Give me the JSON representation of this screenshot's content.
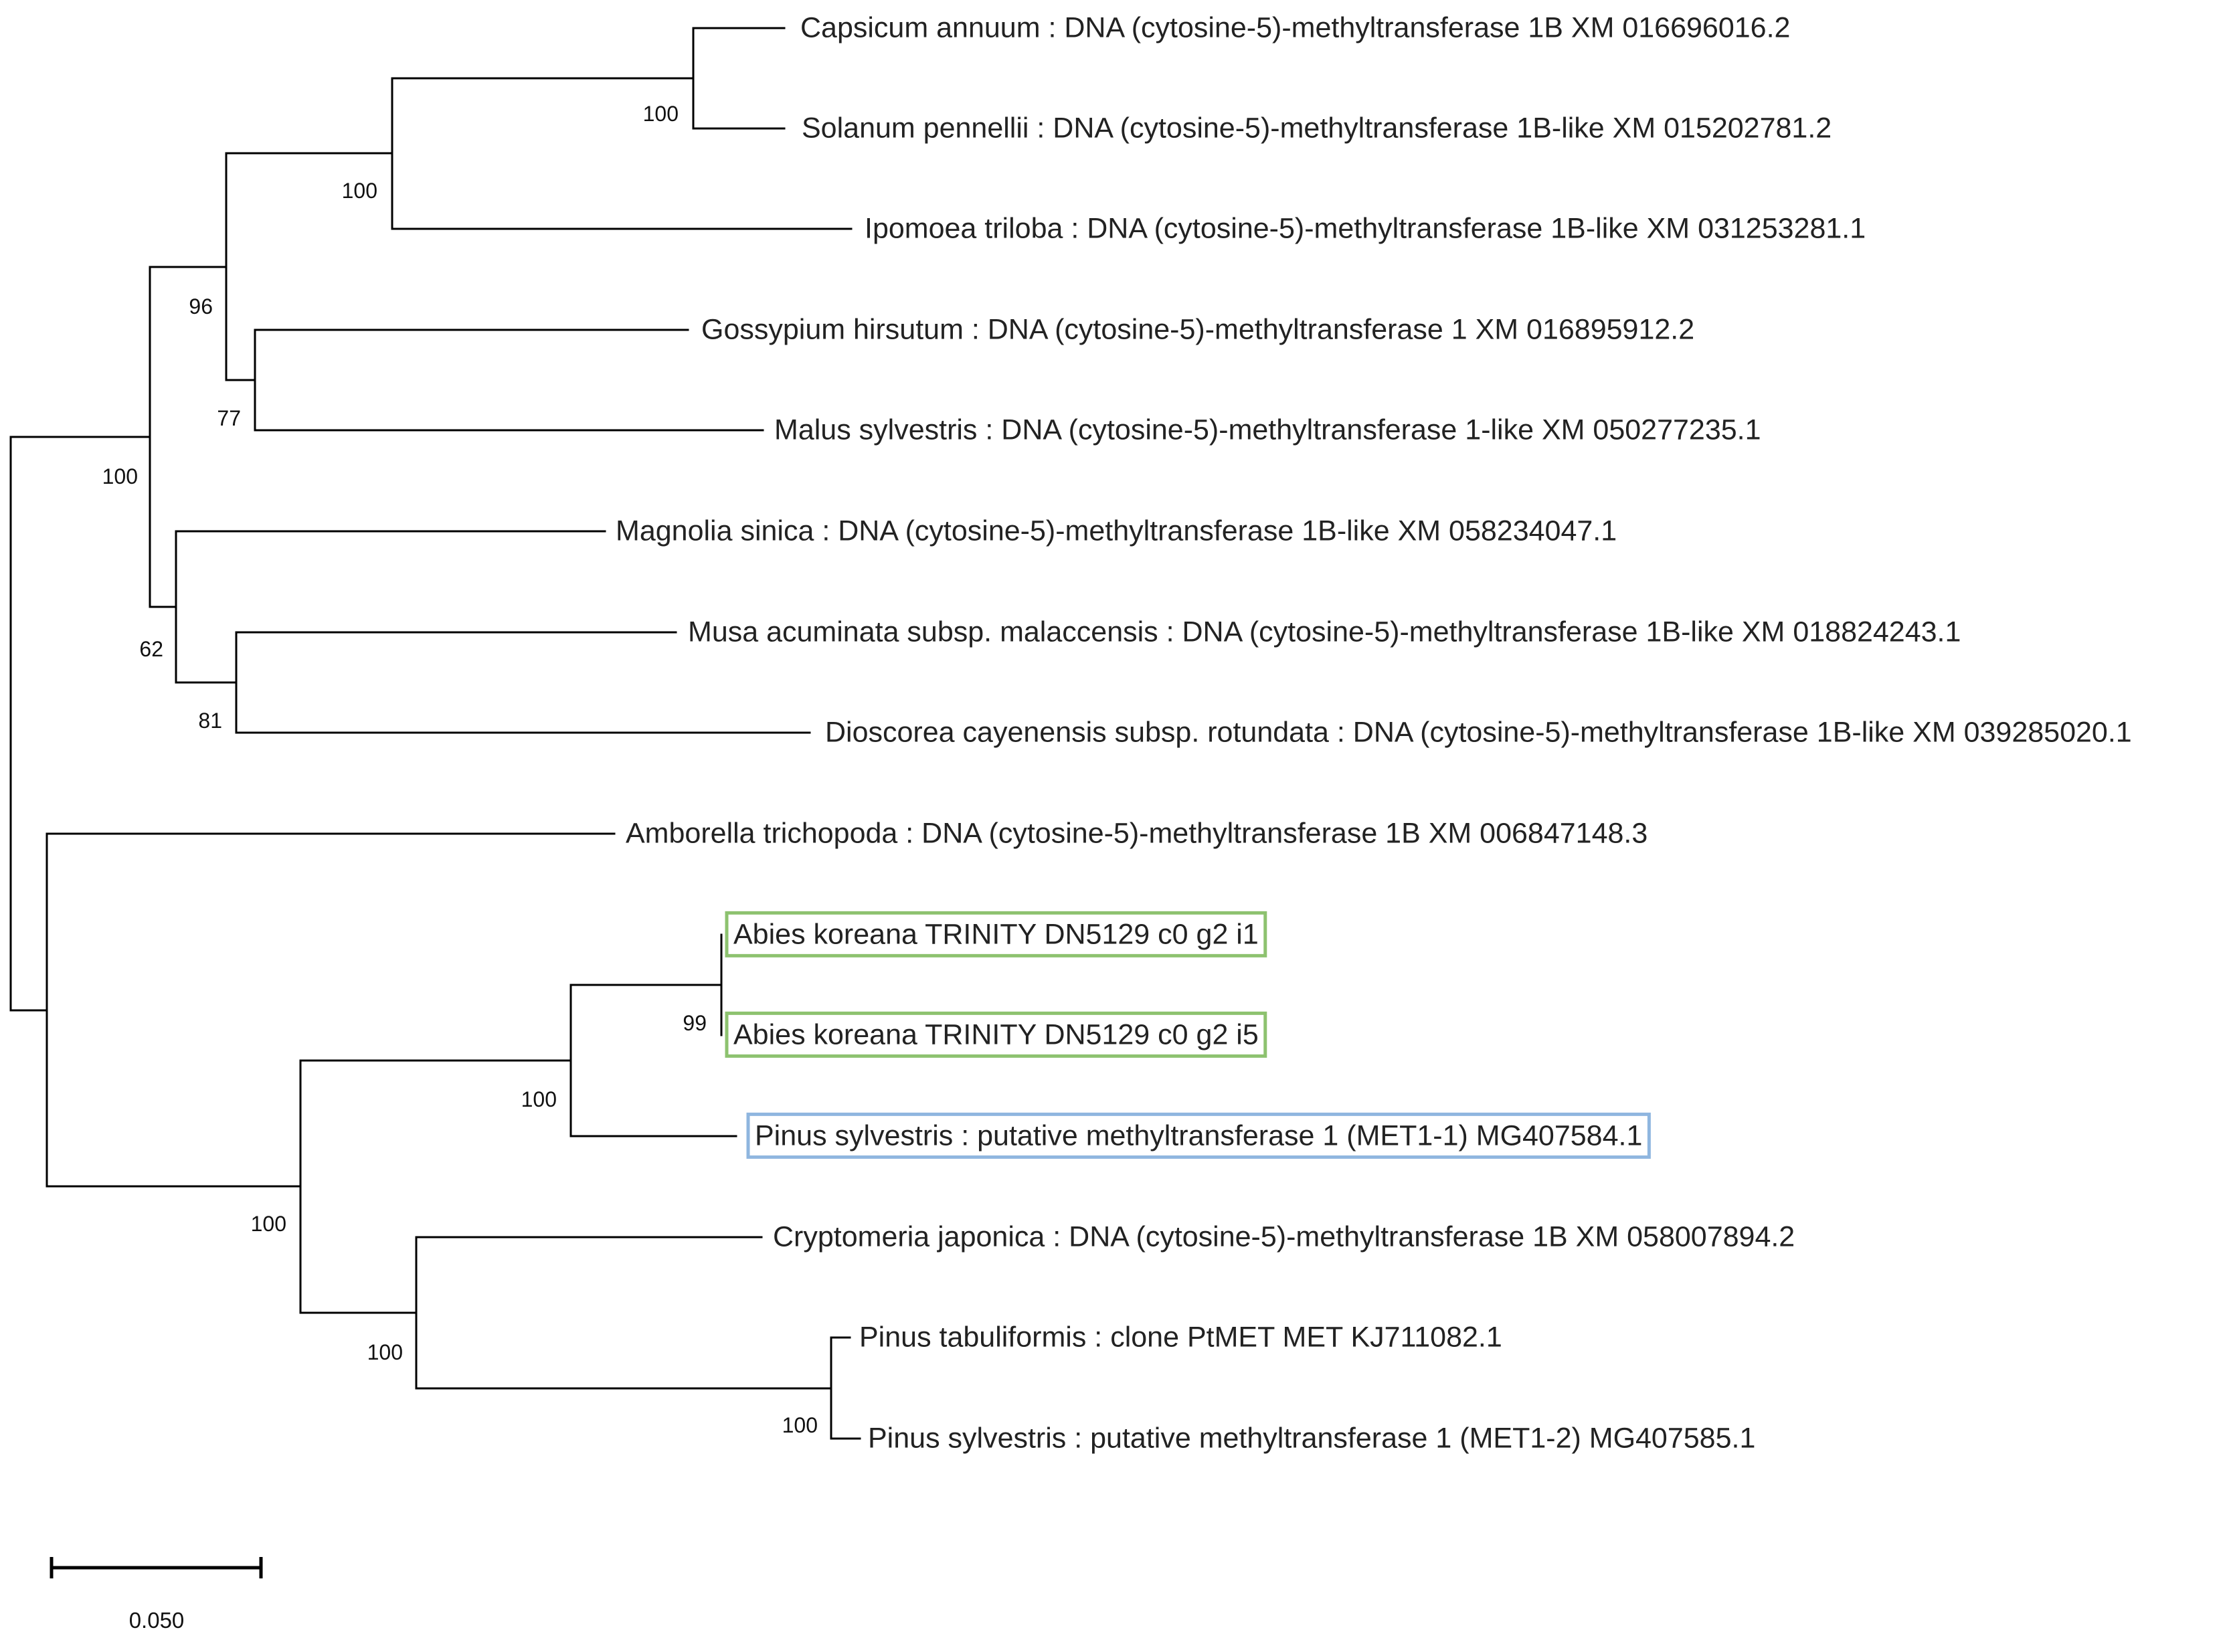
{
  "tree": {
    "leaves": [
      {
        "id": "capsicum",
        "label": "Capsicum annuum : DNA (cytosine-5)-methyltransferase 1B XM 016696016.2",
        "highlight": null
      },
      {
        "id": "solanum",
        "label": "Solanum pennellii : DNA (cytosine-5)-methyltransferase 1B-like XM 015202781.2",
        "highlight": null
      },
      {
        "id": "ipomoea",
        "label": "Ipomoea triloba : DNA (cytosine-5)-methyltransferase 1B-like XM 031253281.1",
        "highlight": null
      },
      {
        "id": "gossypium",
        "label": "Gossypium hirsutum : DNA (cytosine-5)-methyltransferase 1 XM 016895912.2",
        "highlight": null
      },
      {
        "id": "malus",
        "label": "Malus sylvestris : DNA (cytosine-5)-methyltransferase 1-like XM 050277235.1",
        "highlight": null
      },
      {
        "id": "magnolia",
        "label": "Magnolia sinica : DNA (cytosine-5)-methyltransferase 1B-like XM 058234047.1",
        "highlight": null
      },
      {
        "id": "musa",
        "label": "Musa acuminata subsp. malaccensis : DNA (cytosine-5)-methyltransferase 1B-like XM 018824243.1",
        "highlight": null
      },
      {
        "id": "dioscorea",
        "label": "Dioscorea cayenensis subsp. rotundata : DNA (cytosine-5)-methyltransferase 1B-like XM 039285020.1",
        "highlight": null
      },
      {
        "id": "amborella",
        "label": "Amborella trichopoda : DNA (cytosine-5)-methyltransferase 1B XM 006847148.3",
        "highlight": null
      },
      {
        "id": "abies1",
        "label": "Abies koreana TRINITY DN5129 c0 g2 i1",
        "highlight": "green"
      },
      {
        "id": "abies5",
        "label": "Abies koreana TRINITY DN5129 c0 g2 i5",
        "highlight": "green"
      },
      {
        "id": "pinus_met11",
        "label": "Pinus sylvestris : putative methyltransferase 1 (MET1-1) MG407584.1",
        "highlight": "blue"
      },
      {
        "id": "cryptomeria",
        "label": "Cryptomeria japonica : DNA (cytosine-5)-methyltransferase 1B XM 058007894.2",
        "highlight": null
      },
      {
        "id": "pinus_tab",
        "label": "Pinus tabuliformis : clone PtMET MET KJ711082.1",
        "highlight": null
      },
      {
        "id": "pinus_met12",
        "label": "Pinus sylvestris : putative methyltransferase 1 (MET1-2) MG407585.1",
        "highlight": null
      }
    ],
    "support_values": [
      {
        "node": "capsicum-solanum",
        "value": "100"
      },
      {
        "node": "solanaceae-ipomoea",
        "value": "100"
      },
      {
        "node": "asterids-rosids",
        "value": "96"
      },
      {
        "node": "gossypium-malus",
        "value": "77"
      },
      {
        "node": "eudicots-monocots",
        "value": "100"
      },
      {
        "node": "magnolia-monocots",
        "value": "62"
      },
      {
        "node": "musa-dioscorea",
        "value": "81"
      },
      {
        "node": "abies-pair",
        "value": "99"
      },
      {
        "node": "abies-pinus",
        "value": "100"
      },
      {
        "node": "conifers",
        "value": "100"
      },
      {
        "node": "cryptomeria-pinus",
        "value": "100"
      },
      {
        "node": "pinus-tab-met12",
        "value": "100"
      }
    ],
    "scale_bar": {
      "label": "0.050"
    },
    "colors": {
      "green_box": "#8dc26f",
      "blue_box": "#8fb6df",
      "branch": "#000000"
    }
  }
}
